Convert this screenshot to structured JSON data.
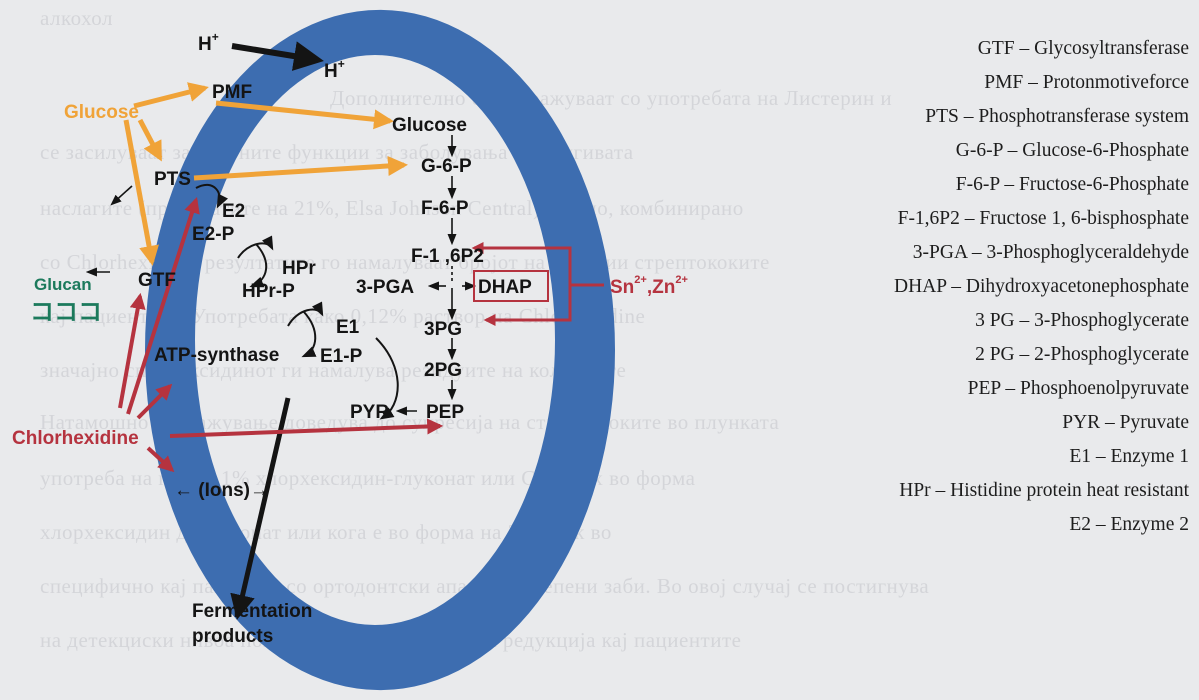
{
  "colors": {
    "background": "#e9eaec",
    "membrane": "#3d6db0",
    "glucose_arrow": "#f0a338",
    "inhibitor_arrow": "#b5333f",
    "glucan": "#1c7a5c",
    "text": "#141414"
  },
  "labels": {
    "h_plus_out": "H",
    "h_plus_in": "H",
    "h_plus_sup": "+",
    "pmf": "PMF",
    "glucose_out": "Glucose",
    "glucose_in": "Glucose",
    "pts": "PTS",
    "e2": "E2",
    "e2p": "E2-P",
    "hpr": "HPr",
    "hprp": "HPr-P",
    "e1": "E1",
    "e1p": "E1-P",
    "gtf": "GTF",
    "glucan": "Glucan",
    "glucan_symbol": "コココ",
    "atp_synthase": "ATP-synthase",
    "chlorhexidine": "Chlorhexidine",
    "ions": "← (Ions)→",
    "fermentation_1": "Fermentation",
    "fermentation_2": "products",
    "sn": "Sn",
    "zn": ",Zn",
    "ion_charge": "2+",
    "pathway": {
      "g6p": "G-6-P",
      "f6p": "F-6-P",
      "f16p2": "F-1 ,6P2",
      "pga": "3-PGA",
      "dhap": "DHAP",
      "pg3": "3PG",
      "pg2": "2PG",
      "pyr": "PYR",
      "pep": "PEP"
    }
  },
  "legend": [
    "GTF – Glycosyltransferase",
    "PMF – Protonmotiveforce",
    "PTS – Phosphotransferase system",
    "G-6-P – Glucose-6-Phosphate",
    "F-6-P – Fructose-6-Phosphate",
    "F-1,6P2 – Fructose 1, 6-bisphosphate",
    "3-PGA – 3-Phosphoglyceraldehyde",
    "DHAP – Dihydroxyacetonephosphate",
    "3 PG – 3-Phosphoglycerate",
    "2 PG – 2-Phosphoglycerate",
    "PEP – Phosphoenolpyruvate",
    "PYR – Pyruvate",
    "E1 – Enzyme 1",
    "HPr – Histidine protein heat resistant",
    "E2 – Enzyme 2"
  ]
}
